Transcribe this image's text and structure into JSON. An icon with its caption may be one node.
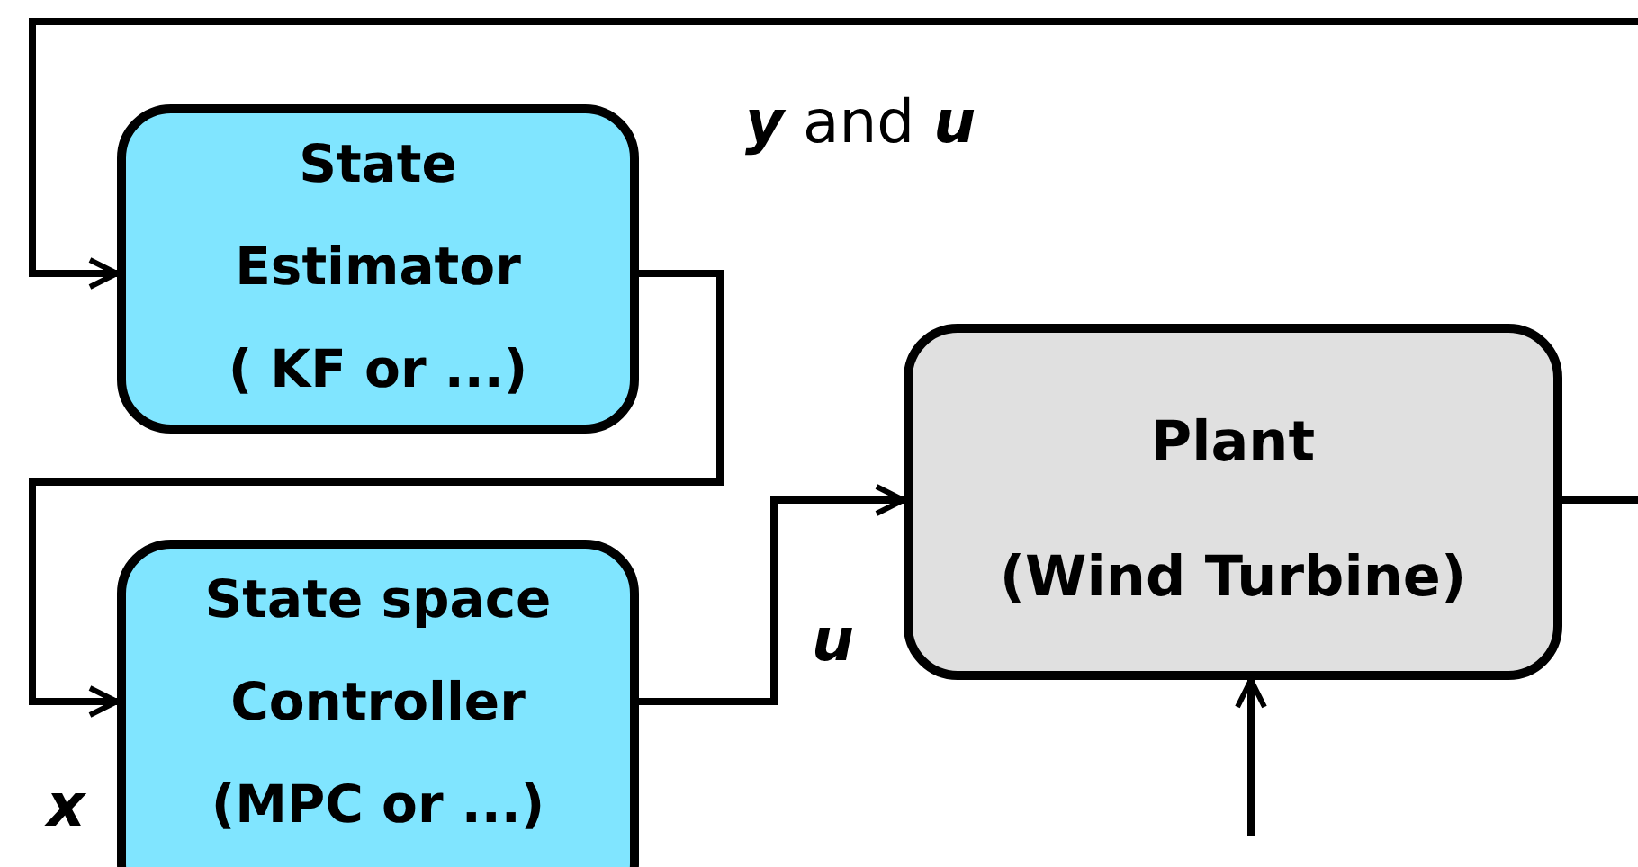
{
  "diagram": {
    "nodes": [
      {
        "text": [
          "State Estimator",
          "( KF or ...)"
        ]
      },
      {
        "text": [
          "State space Controller",
          "(MPC or ...)"
        ]
      },
      {
        "text": [
          "Plant",
          "(Wind Turbine)"
        ]
      }
    ],
    "edges": [
      {
        "from": null,
        "to": 0,
        "arrow": "to",
        "label": "**y** and **u**"
      },
      {
        "from": 0,
        "to": 1,
        "arrow": "to",
        "label": "x"
      },
      {
        "from": 1,
        "to": 2,
        "arrow": "to",
        "label": "u"
      },
      {
        "from": 2,
        "to": null,
        "arrow": "none"
      },
      {
        "from": null,
        "to": 2,
        "arrow": "to"
      }
    ]
  }
}
